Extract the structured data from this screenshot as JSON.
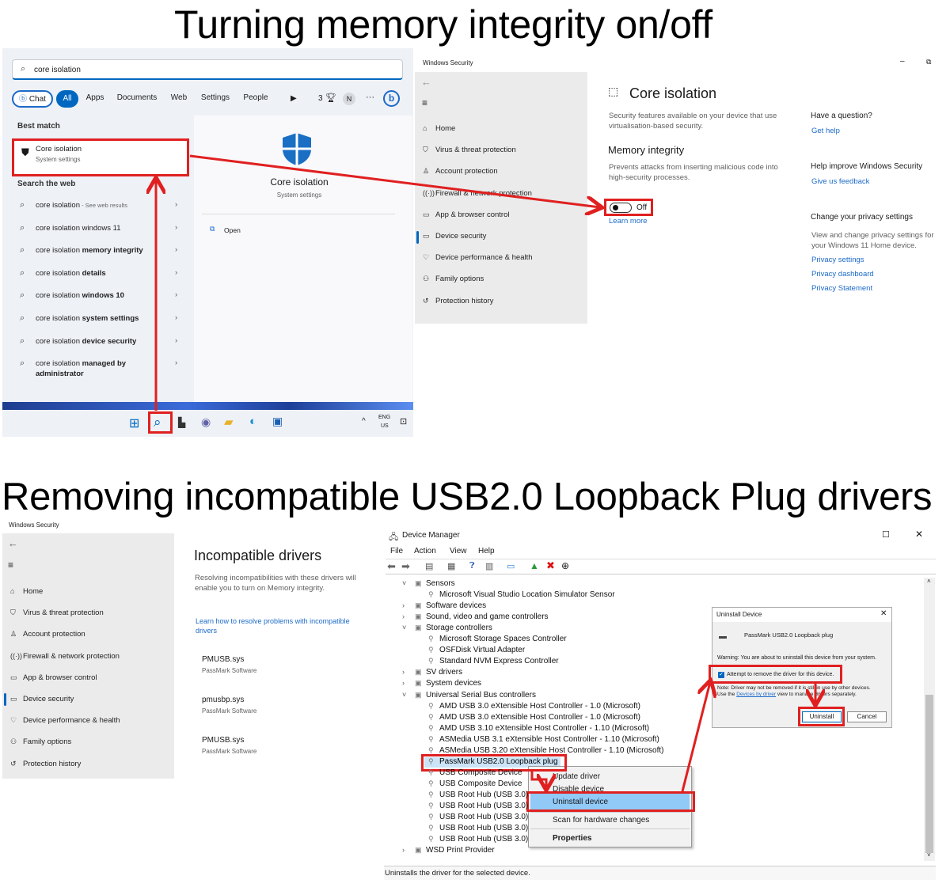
{
  "titles": {
    "top": "Turning memory integrity on/off",
    "bottom": "Removing incompatible USB2.0 Loopback Plug drivers"
  },
  "search": {
    "query": "core isolation",
    "filters": [
      "Chat",
      "All",
      "Apps",
      "Documents",
      "Web",
      "Settings",
      "People"
    ],
    "count": "3",
    "user_initial": "N",
    "best_match_heading": "Best match",
    "best_match_title": "Core isolation",
    "best_match_sub": "System settings",
    "web_heading": "Search the web",
    "web_results": [
      {
        "text": "core isolation",
        "suffix": " - See web results"
      },
      {
        "text": "core isolation windows 11",
        "suffix": ""
      },
      {
        "text": "core isolation ",
        "bold": "memory integrity"
      },
      {
        "text": "core isolation ",
        "bold": "details"
      },
      {
        "text": "core isolation ",
        "bold": "windows 10"
      },
      {
        "text": "core isolation ",
        "bold": "system settings"
      },
      {
        "text": "core isolation ",
        "bold": "device security"
      },
      {
        "text": "core isolation ",
        "bold": "managed by administrator"
      }
    ],
    "preview_title": "Core isolation",
    "preview_sub": "System settings",
    "open_label": "Open",
    "tray_lang": "ENG",
    "tray_region": "US"
  },
  "winsec": {
    "window_title": "Windows Security",
    "nav": [
      "Home",
      "Virus & threat protection",
      "Account protection",
      "Firewall & network protection",
      "App & browser control",
      "Device security",
      "Device performance & health",
      "Family options",
      "Protection history"
    ],
    "page_title": "Core isolation",
    "page_desc": "Security features available on your device that use virtualisation-based security.",
    "mi_title": "Memory integrity",
    "mi_desc": "Prevents attacks from inserting malicious code into high-security processes.",
    "toggle_state": "Off",
    "learn_more": "Learn more",
    "question_title": "Have a question?",
    "get_help": "Get help",
    "improve_title": "Help improve Windows Security",
    "feedback": "Give us feedback",
    "privacy_title": "Change your privacy settings",
    "privacy_desc": "View and change privacy settings for your Windows 11 Home device.",
    "privacy_links": [
      "Privacy settings",
      "Privacy dashboard",
      "Privacy Statement"
    ]
  },
  "incompat": {
    "window_title": "Windows Security",
    "title": "Incompatible drivers",
    "desc": "Resolving incompatibilities with these drivers will enable you to turn on Memory integrity.",
    "learn": "Learn how to resolve problems with incompatible drivers",
    "drivers": [
      {
        "name": "PMUSB.sys",
        "vendor": "PassMark Software"
      },
      {
        "name": "pmusbp.sys",
        "vendor": "PassMark Software"
      },
      {
        "name": "PMUSB.sys",
        "vendor": "PassMark Software"
      }
    ]
  },
  "devmgr": {
    "title": "Device Manager",
    "menu": [
      "File",
      "Action",
      "View",
      "Help"
    ],
    "tree": [
      {
        "label": "Sensors",
        "level": 0,
        "exp": "˅"
      },
      {
        "label": "Microsoft Visual Studio Location Simulator Sensor",
        "level": 1
      },
      {
        "label": "Software devices",
        "level": 0,
        "exp": "›"
      },
      {
        "label": "Sound, video and game controllers",
        "level": 0,
        "exp": "›"
      },
      {
        "label": "Storage controllers",
        "level": 0,
        "exp": "˅"
      },
      {
        "label": "Microsoft Storage Spaces Controller",
        "level": 1
      },
      {
        "label": "OSFDisk Virtual Adapter",
        "level": 1
      },
      {
        "label": "Standard NVM Express Controller",
        "level": 1
      },
      {
        "label": "SV drivers",
        "level": 0,
        "exp": "›"
      },
      {
        "label": "System devices",
        "level": 0,
        "exp": "›"
      },
      {
        "label": "Universal Serial Bus controllers",
        "level": 0,
        "exp": "˅"
      },
      {
        "label": "AMD USB 3.0 eXtensible Host Controller - 1.0 (Microsoft)",
        "level": 1
      },
      {
        "label": "AMD USB 3.0 eXtensible Host Controller - 1.0 (Microsoft)",
        "level": 1
      },
      {
        "label": "AMD USB 3.10 eXtensible Host Controller - 1.10 (Microsoft)",
        "level": 1
      },
      {
        "label": "ASMedia USB 3.1 eXtensible Host Controller - 1.10 (Microsoft)",
        "level": 1
      },
      {
        "label": "ASMedia USB 3.20 eXtensible Host Controller - 1.10 (Microsoft)",
        "level": 1
      },
      {
        "label": "PassMark USB2.0 Loopback plug",
        "level": 1,
        "selected": true
      },
      {
        "label": "USB Composite Device",
        "level": 1
      },
      {
        "label": "USB Composite Device",
        "level": 1
      },
      {
        "label": "USB Root Hub (USB 3.0)",
        "level": 1
      },
      {
        "label": "USB Root Hub (USB 3.0)",
        "level": 1
      },
      {
        "label": "USB Root Hub (USB 3.0)",
        "level": 1
      },
      {
        "label": "USB Root Hub (USB 3.0)",
        "level": 1
      },
      {
        "label": "USB Root Hub (USB 3.0)",
        "level": 1
      },
      {
        "label": "WSD Print Provider",
        "level": 0,
        "exp": "›"
      }
    ],
    "context_menu": [
      "Update driver",
      "Disable device",
      "Uninstall device",
      "Scan for hardware changes",
      "Properties"
    ],
    "status": "Uninstalls the driver for the selected device.",
    "dialog": {
      "title": "Uninstall Device",
      "device": "PassMark USB2.0 Loopback plug",
      "warning": "Warning: You are about to uninstall this device from your system.",
      "checkbox": "Attempt to remove the driver for this device.",
      "note_a": "Note: Driver may not be removed if it is still in use by other devices. Use the ",
      "note_link": "Devices by driver",
      "note_b": " view to manage drivers separately.",
      "uninstall": "Uninstall",
      "cancel": "Cancel"
    }
  },
  "colors": {
    "accent": "#0067c0",
    "annotation": "#e02020",
    "shield": "#1a6fc4"
  }
}
